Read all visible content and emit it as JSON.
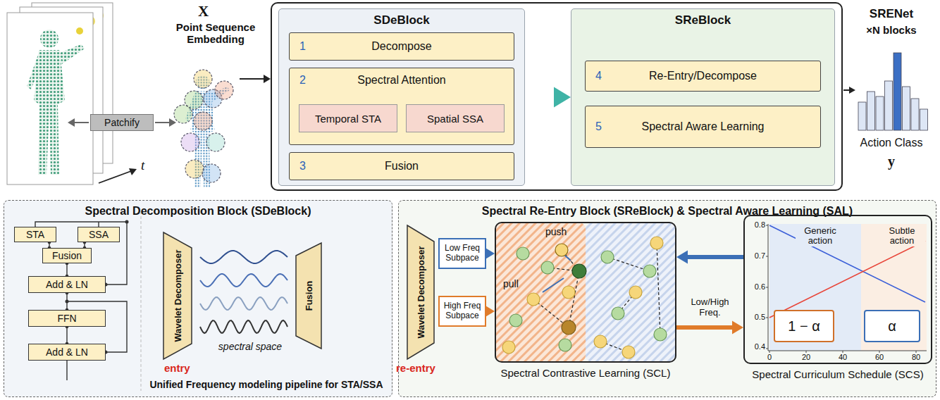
{
  "diagram": {
    "nodes": [
      {
        "text": [
          "Patchify"
        ]
      },
      {
        "text": [
          "SDeBlock"
        ]
      },
      {
        "text": [
          "1",
          "Decompose"
        ],
        "in": 1
      },
      {
        "text": [
          "2",
          "Spectral Attention"
        ],
        "in": 1
      },
      {
        "text": [
          "Temporal STA"
        ],
        "in": 3
      },
      {
        "text": [
          "Spatial SSA"
        ],
        "in": 3
      },
      {
        "text": [
          "3",
          "Fusion"
        ],
        "in": 1
      },
      {
        "text": [
          "SReBlock"
        ]
      },
      {
        "text": [
          "4",
          "Re-Entry/Decompose"
        ],
        "in": 7
      },
      {
        "text": [
          "5",
          "Spectral Aware Learning"
        ],
        "in": 7
      },
      {
        "text": [
          "Spectral Decomposition Block (SDeBlock)"
        ]
      },
      {
        "text": [
          "STA"
        ],
        "in": 10
      },
      {
        "text": [
          "SSA"
        ],
        "in": 10
      },
      {
        "text": [
          "Fusion"
        ],
        "in": 10
      },
      {
        "text": [
          "Add & LN"
        ],
        "in": 10
      },
      {
        "text": [
          "FFN"
        ],
        "in": 10
      },
      {
        "text": [
          "Add & LN"
        ],
        "in": 10
      },
      {
        "text": [
          "Wavelet Decomposer"
        ],
        "in": 10
      },
      {
        "text": [
          "Fusion"
        ],
        "in": 10
      },
      {
        "text": [
          "Spectral Re-Entry Block (SReBlock) & Spectral Aware Learning (SAL)"
        ]
      },
      {
        "text": [
          "Wavelet Decomposer"
        ],
        "in": 19
      },
      {
        "text": [
          "Low Freq Subpace"
        ],
        "in": 19
      },
      {
        "text": [
          "High Freq Subpace"
        ],
        "in": 19
      },
      {
        "text": [
          "push",
          "pull",
          "Spectral Contrastive Learning (SCL)"
        ],
        "in": 19
      },
      {
        "text": [
          "Generic action",
          "Subtle action",
          "Spectral Curriculum Schedule (SCS)"
        ],
        "in": 19
      },
      {
        "text": [
          "1 − α"
        ],
        "in": 24
      },
      {
        "text": [
          "α"
        ],
        "in": 24
      }
    ],
    "edges": [
      {
        "from": 1,
        "to": 7,
        "arrow": "to"
      },
      {
        "from": 11,
        "to": 13,
        "arrow": "none"
      },
      {
        "from": 12,
        "to": 13,
        "arrow": "none"
      },
      {
        "from": 13,
        "to": 14,
        "arrow": "none"
      },
      {
        "from": 14,
        "to": 15,
        "arrow": "none"
      },
      {
        "from": 15,
        "to": 16,
        "arrow": "none"
      },
      {
        "from": 21,
        "to": 23,
        "arrow": "to"
      },
      {
        "from": 22,
        "to": 23,
        "arrow": "to"
      },
      {
        "from": 24,
        "to": 23,
        "arrow": "to"
      },
      {
        "from": 23,
        "to": 24,
        "arrow": "to",
        "label": "Low/High Freq."
      }
    ],
    "labels": [
      "X",
      "Point Sequence Embedding",
      "t",
      "SRENet",
      "×N blocks",
      "Action Class",
      "y",
      "entry",
      "spectral space",
      "Unified Frequency modeling pipeline for STA/SSA",
      "re-entry",
      "0.8",
      "0.7",
      "0.6",
      "0.5",
      "0.4",
      "0",
      "20",
      "40",
      "60",
      "80"
    ]
  }
}
